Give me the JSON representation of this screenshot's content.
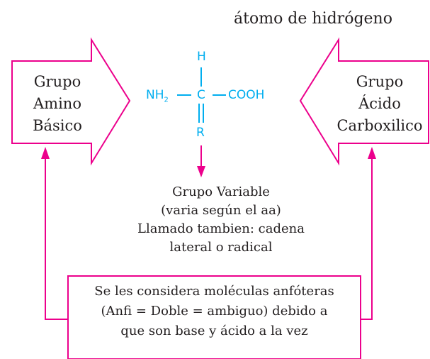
{
  "title": "átomo de hidrógeno",
  "amino_group": {
    "lines": [
      "Grupo",
      "Amino",
      "Básico"
    ]
  },
  "acid_group": {
    "lines": [
      "Grupo",
      "Ácido",
      "Carboxilico"
    ]
  },
  "molecule": {
    "top": "H",
    "center": "C",
    "left": "NH",
    "left_sub": "2",
    "right": "COOH",
    "bottom": "R"
  },
  "variable_group": {
    "lines": [
      "Grupo Variable",
      "(varia según el aa)",
      "Llamado tambien: cadena",
      "lateral o radical"
    ]
  },
  "note": {
    "lines": [
      "Se les considera moléculas anfóteras",
      "(Anfi = Doble = ambiguo) debido a",
      "que son base y ácido a la vez"
    ]
  },
  "colors": {
    "magenta": "#ec008c",
    "cyan": "#00aeef",
    "text": "#231f20"
  }
}
